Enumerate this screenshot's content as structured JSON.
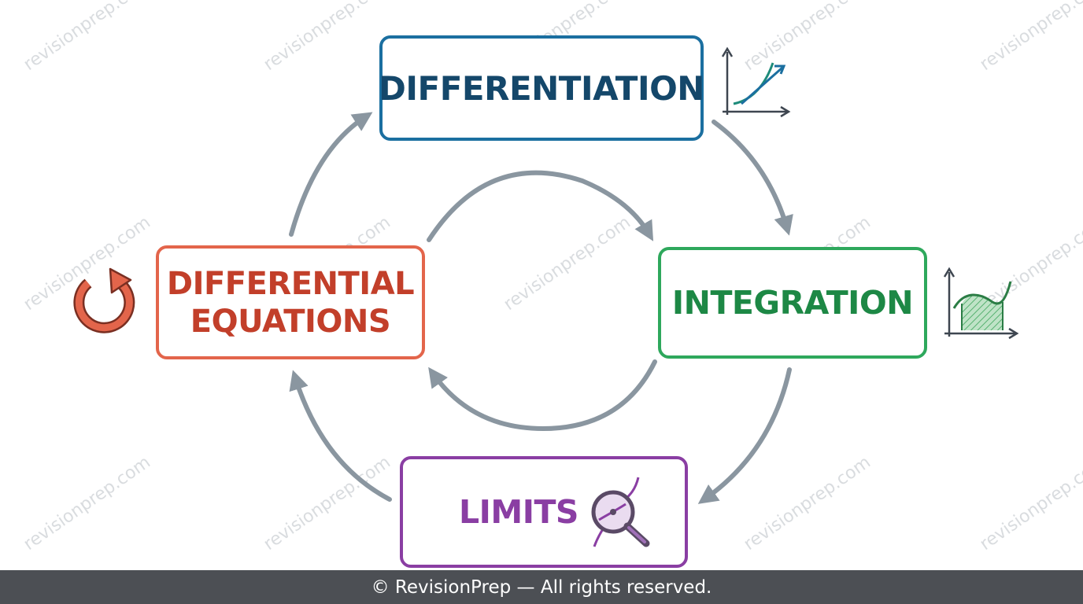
{
  "nodes": {
    "differentiation": "DIFFERENTIATION",
    "integration": "INTEGRATION",
    "limits": "LIMITS",
    "differential_equations_line1": "DIFFERENTIAL",
    "differential_equations_line2": "EQUATIONS"
  },
  "icons": {
    "differentiation": "rising-curve-graph-icon",
    "integration": "area-under-curve-icon",
    "limits": "magnifying-glass-icon",
    "differential_equations": "cycle-arrow-icon"
  },
  "colors": {
    "differentiation": "#1b6fa0",
    "integration": "#2ea85c",
    "limits": "#8a3ea3",
    "differential_equations": "#e3654b",
    "arrows": "#8a96a0",
    "footer_bg": "#4c4f54"
  },
  "watermark": "revisionprep.com",
  "footer": "© RevisionPrep — All rights reserved."
}
